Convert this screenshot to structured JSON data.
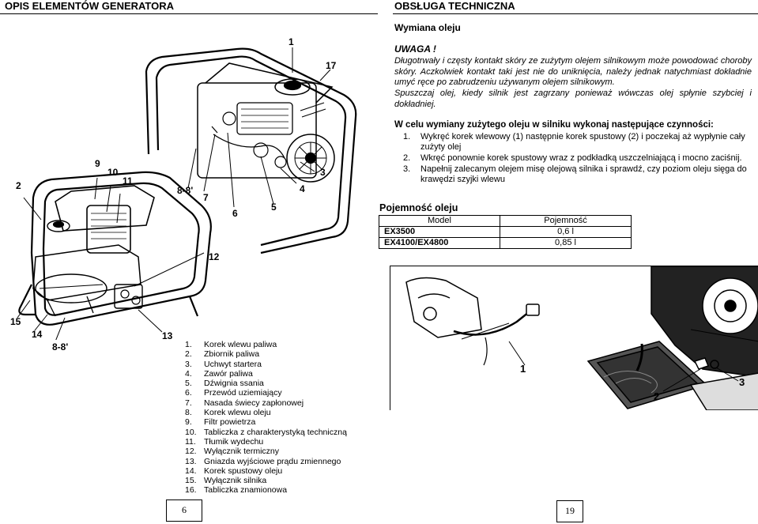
{
  "left": {
    "title": "OPIS ELEMENTÓW GENERATORA",
    "callouts": [
      {
        "id": "c1",
        "text": "1"
      },
      {
        "id": "c17",
        "text": "17"
      },
      {
        "id": "c2",
        "text": "2"
      },
      {
        "id": "c9",
        "text": "9"
      },
      {
        "id": "c10",
        "text": "10"
      },
      {
        "id": "c11",
        "text": "11"
      },
      {
        "id": "c88a",
        "text": "8-8'"
      },
      {
        "id": "c7",
        "text": "7"
      },
      {
        "id": "c6",
        "text": "6"
      },
      {
        "id": "c5",
        "text": "5"
      },
      {
        "id": "c4",
        "text": "4"
      },
      {
        "id": "c3",
        "text": "3"
      },
      {
        "id": "c12",
        "text": "12"
      },
      {
        "id": "c15",
        "text": "15"
      },
      {
        "id": "c14",
        "text": "14"
      },
      {
        "id": "c13",
        "text": "13"
      },
      {
        "id": "c88b",
        "text": "8-8'"
      }
    ],
    "parts": [
      "Korek wlewu paliwa",
      "Zbiornik paliwa",
      "Uchwyt startera",
      "Zawór paliwa",
      "Dźwignia ssania",
      "Przewód uziemiający",
      "Nasada świecy zapłonowej",
      "Korek wlewu oleju",
      "Filtr powietrza",
      "Tabliczka z charakterystyką techniczną",
      "Tłumik wydechu",
      "Wyłącznik termiczny",
      "Gniazda wyjściowe prądu zmiennego",
      "Korek spustowy oleju",
      "Wyłącznik silnika",
      "Tabliczka znamionowa"
    ],
    "page_number": "6"
  },
  "right": {
    "title": "OBSŁUGA TECHNICZNA",
    "subtitle": "Wymiana oleju",
    "warning_title": "UWAGA !",
    "warning_p1": "Długotrwały i częsty kontakt skóry ze zużytym olejem silnikowym może powodować choroby skóry. Aczkolwiek kontakt taki jest nie do uniknięcia, należy jednak natychmiast dokładnie umyć ręce po zabrudzeniu używanym olejem silnikowym.",
    "warning_p2": "Spuszczaj olej, kiedy silnik jest zagrzany ponieważ wówczas olej spłynie szybciej i dokładniej.",
    "steps_title": "W celu wymiany zużytego oleju w silniku wykonaj następujące czynności:",
    "steps": [
      "Wykręć korek wlewowy (1) następnie korek spustowy (2) i poczekaj aż wypłynie cały zużyty olej",
      "Wkręć ponownie korek spustowy wraz z podkładką uszczelniającą i mocno zaciśnij.",
      "Napełnij zalecanym olejem misę olejową silnika i sprawdź, czy poziom oleju sięga do krawędzi szyjki wlewu"
    ],
    "capacity_title": "Pojemność oleju",
    "table": {
      "headers": [
        "Model",
        "Pojemność"
      ],
      "rows": [
        [
          "EX3500",
          "0,6 l"
        ],
        [
          "EX4100/EX4800",
          "0,85 l"
        ]
      ]
    },
    "figure_callouts": [
      "1",
      "2",
      "3"
    ],
    "page_number": "19"
  }
}
